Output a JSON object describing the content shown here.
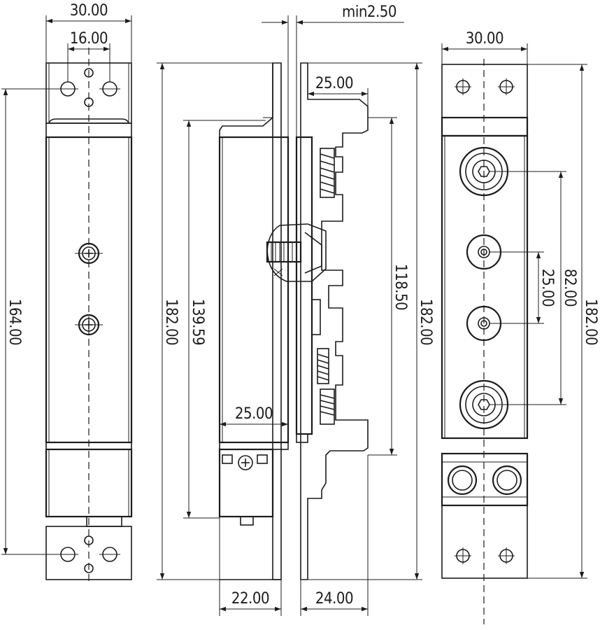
{
  "dimensions": {
    "front_width": "30.00",
    "front_hole_spacing": "16.00",
    "front_height": "164.00",
    "side_total_height": "182.00",
    "side_body_height": "139.59",
    "side_body_width": "25.00",
    "side_bottom_width": "22.00",
    "min_gap": "min2.50",
    "strike_depth": "25.00",
    "strike_inner_height": "118.50",
    "strike_total_height": "182.00",
    "strike_bottom_width": "24.00",
    "back_width": "30.00",
    "back_screw_spacing": "25.00",
    "back_bolt_spacing": "82.00",
    "back_total_height": "182.00"
  }
}
